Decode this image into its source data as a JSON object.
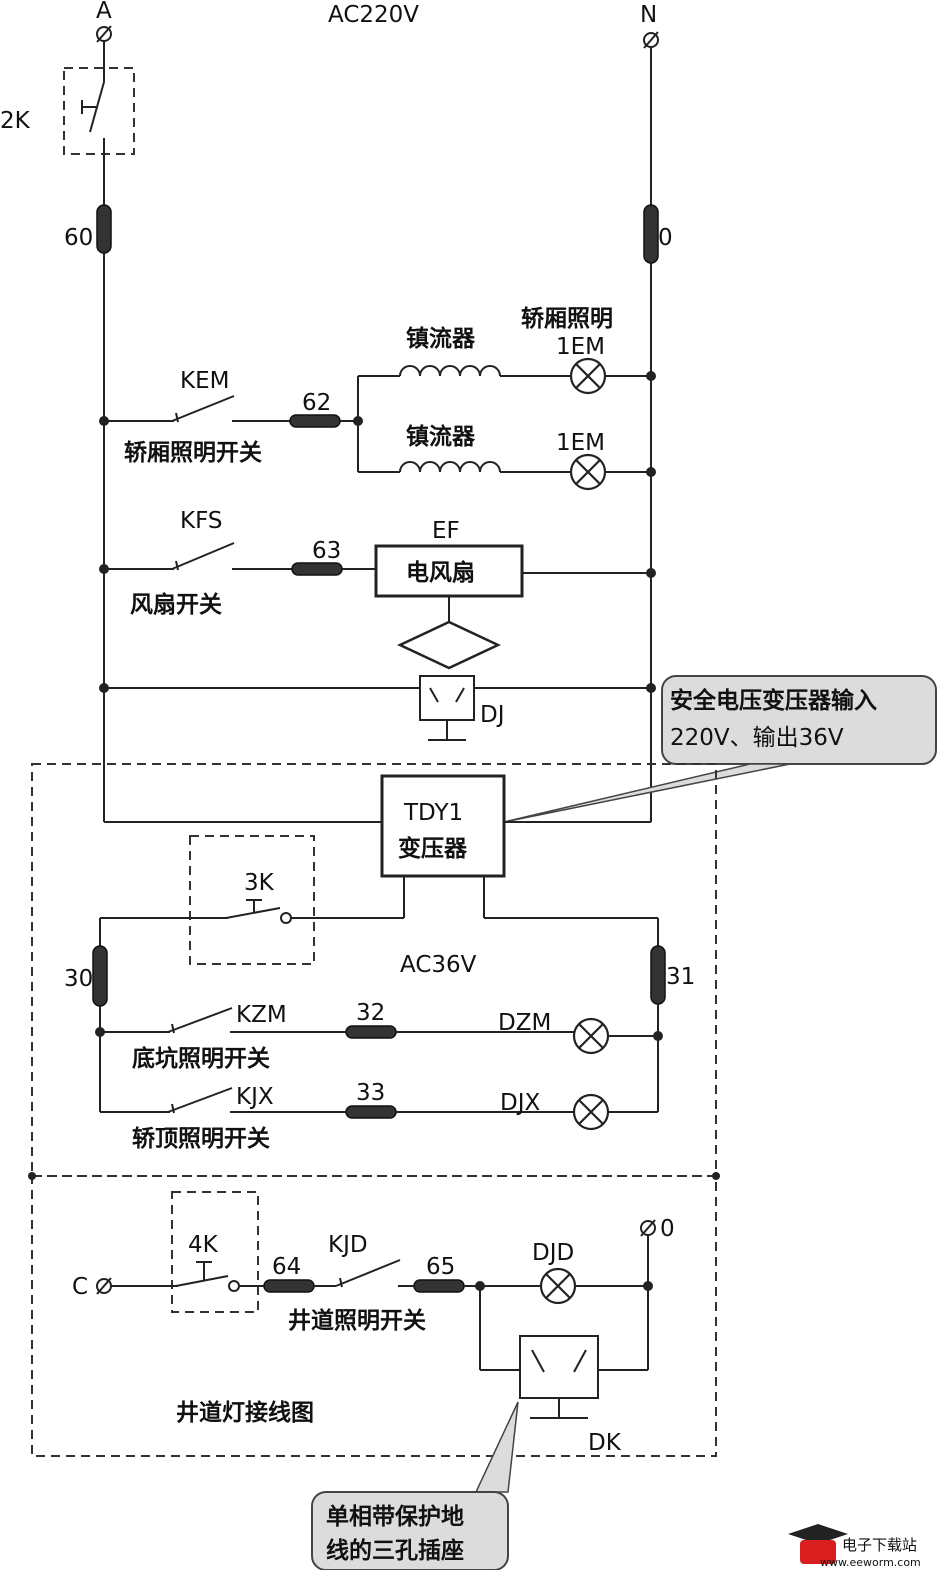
{
  "labels": {
    "terminal_a": "A",
    "supply": "AC220V",
    "terminal_n": "N",
    "switch_2k": "2K",
    "wire_60": "60",
    "wire_0": "0",
    "cabin_light_title": "轿厢照明",
    "ballast_1": "镇流器",
    "ballast_2": "镇流器",
    "lamp_1em_a": "1EM",
    "lamp_1em_b": "1EM",
    "kem": "KEM",
    "wire_62": "62",
    "cabin_light_switch": "轿厢照明开关",
    "kfs": "KFS",
    "wire_63": "63",
    "ef": "EF",
    "fan": "电风扇",
    "fan_switch": "风扇开关",
    "dj": "DJ",
    "callout_1_line1": "安全电压变压器输入",
    "callout_1_line2": "220V、输出36V",
    "tdy1": "TDY1",
    "transformer": "变压器",
    "switch_3k": "3K",
    "ac36v": "AC36V",
    "wire_30": "30",
    "wire_31": "31",
    "kzm": "KZM",
    "wire_32": "32",
    "dzm": "DZM",
    "pit_light_switch": "底坑照明开关",
    "kjx": "KJX",
    "wire_33": "33",
    "djx": "DJX",
    "top_light_switch": "轿顶照明开关",
    "switch_4k": "4K",
    "terminal_c": "C",
    "wire_64": "64",
    "kjd": "KJD",
    "wire_65": "65",
    "djd": "DJD",
    "terminal_0": "0",
    "shaft_light_switch": "井道照明开关",
    "shaft_wiring_title": "井道灯接线图",
    "dk": "DK",
    "callout_2_line1": "单相带保护地",
    "callout_2_line2": "线的三孔插座",
    "watermark_text": "电子下载站",
    "watermark_url": "www.eeworm.com"
  },
  "colors": {
    "line": "#222222",
    "callout_fill": "#dcdcdc",
    "watermark_red": "#d81e1e"
  }
}
